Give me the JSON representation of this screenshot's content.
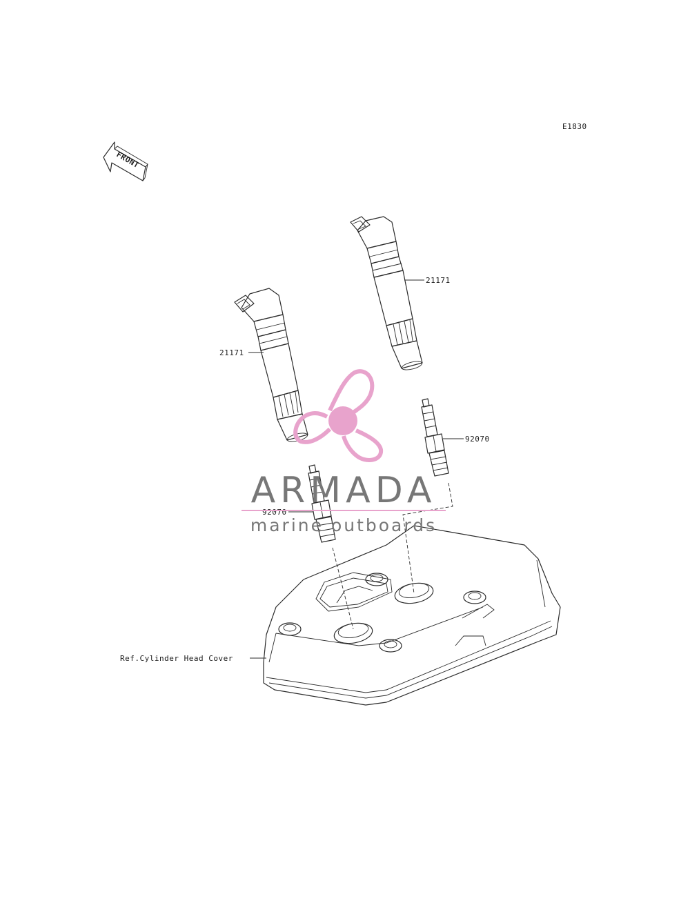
{
  "diagram_code": "E1830",
  "front_label": "FRONT",
  "parts": {
    "coil_right": "21171",
    "coil_left": "21171",
    "plug_right": "92070",
    "plug_left": "92070"
  },
  "reference_label": "Ref.Cylinder Head Cover",
  "watermark": {
    "title": "ARMADA",
    "subtitle": "marine outboards",
    "colors": {
      "logo": "#e8a3cc",
      "text": "#777777"
    }
  },
  "colors": {
    "line": "#2a2a2a",
    "background": "#ffffff"
  }
}
